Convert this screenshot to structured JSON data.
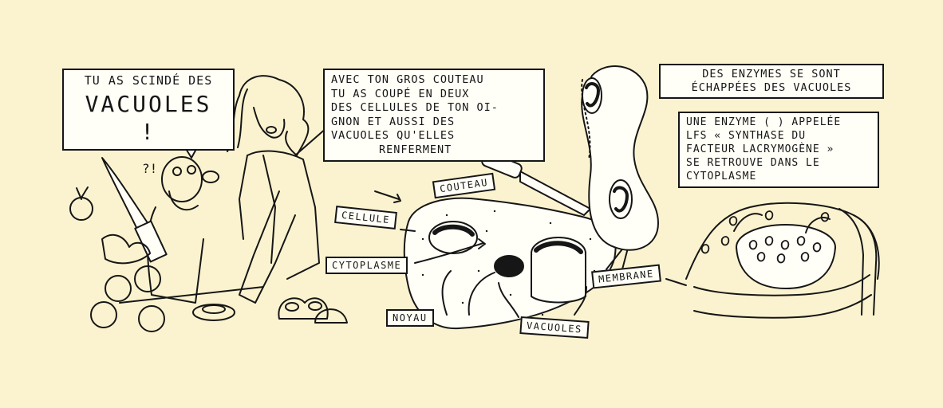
{
  "speech_left": {
    "line1": "TU AS SCINDÉ DES",
    "line2": "VACUOLES !"
  },
  "caption_knife": {
    "lines": [
      "AVEC TON GROS COUTEAU",
      "TU AS COUPÉ EN DEUX",
      "DES CELLULES DE TON OI-",
      "GNON ET AUSSI DES",
      "VACUOLES QU'ELLES",
      "RENFERMENT"
    ]
  },
  "caption_enzymes": {
    "line1": "DES ENZYMES SE SONT",
    "line2": "ÉCHAPPÉES DES VACUOLES"
  },
  "caption_lfs": {
    "lines": [
      "UNE ENZYME (  ) APPELÉE",
      "LFS « SYNTHASE DU",
      "FACTEUR LACRYMOGÈNE »",
      "SE RETROUVE DANS LE",
      "CYTOPLASME"
    ]
  },
  "labels": {
    "couteau": "COUTEAU",
    "cellule": "CELLULE",
    "cytoplasme": "CYTOPLASME",
    "membrane": "MEMBRANE",
    "noyau": "NOYAU",
    "vacuoles": "VACUOLES"
  },
  "colors": {
    "background": "#fbf3cf",
    "ink": "#161616",
    "paper": "#fffef7"
  }
}
